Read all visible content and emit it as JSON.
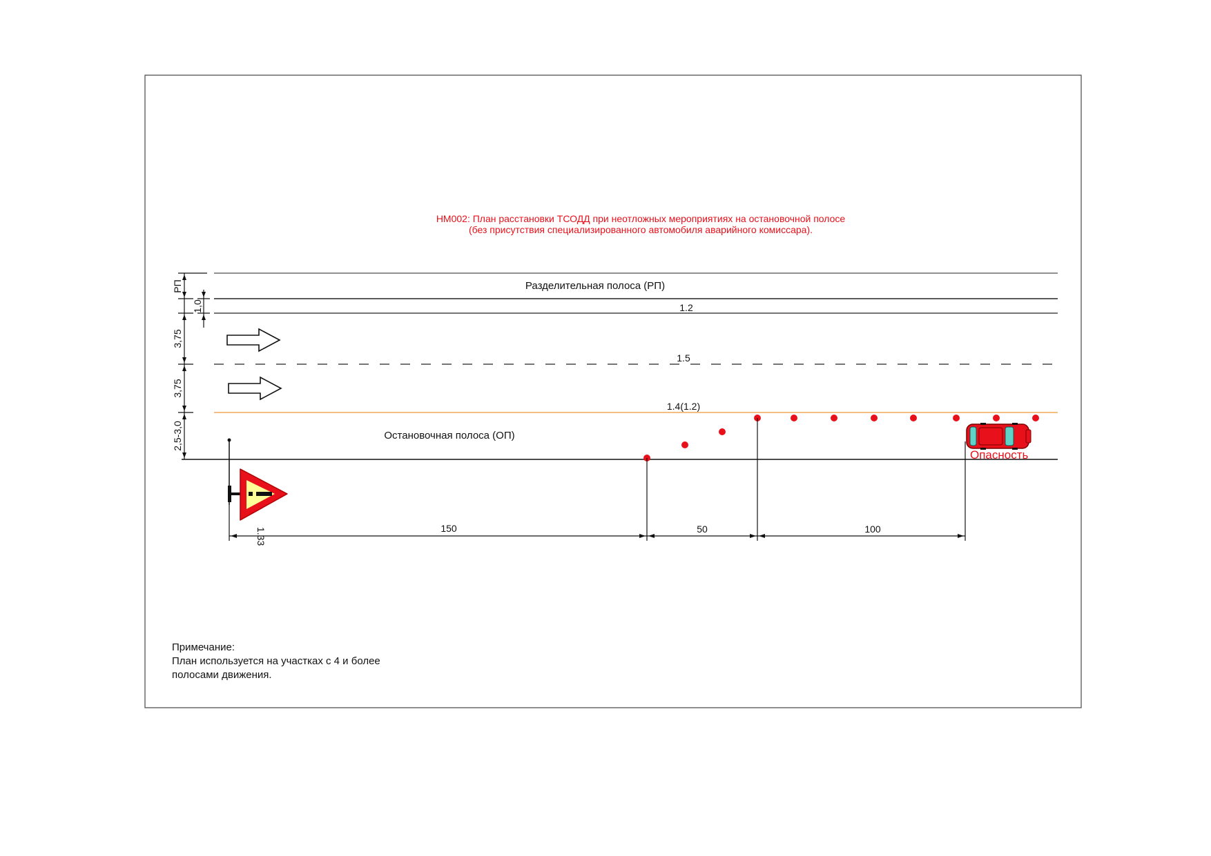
{
  "title": {
    "line1": "НМ002: План расстановки ТСОДД при неотложных мероприятиях на остановочной полосе",
    "line2": "(без присутствия специализированного автомобиля аварийного комиссара)."
  },
  "lanes": {
    "divider_label": "Разделительная полоса (РП)",
    "stop_lane_label": "Остановочная полоса (ОП)"
  },
  "markings": {
    "m1": "1.2",
    "m2": "1.5",
    "m3": "1.4(1.2)"
  },
  "widths": {
    "rp": "РП",
    "w1": "1,0",
    "w2": "3,75",
    "w3": "3,75",
    "w4": "2,5-3,0"
  },
  "distances": {
    "d1": "150",
    "d2": "50",
    "d3": "100"
  },
  "sign": {
    "code": "1.33",
    "icon": "warning-triangle-exclamation-sign"
  },
  "vehicle": {
    "label": "Опасность",
    "icon": "red-car-icon"
  },
  "note": {
    "heading": "Примечание:",
    "line1": "План используется на участках с 4 и более",
    "line2": "полосами движения."
  },
  "colors": {
    "title": "#e8101a",
    "cone": "#e8101a",
    "edge_line": "#f0a95a",
    "sign_border": "#e8101a",
    "sign_fill": "#ffff9a",
    "car_body": "#e8101a",
    "car_glass": "#5fd3c8"
  }
}
